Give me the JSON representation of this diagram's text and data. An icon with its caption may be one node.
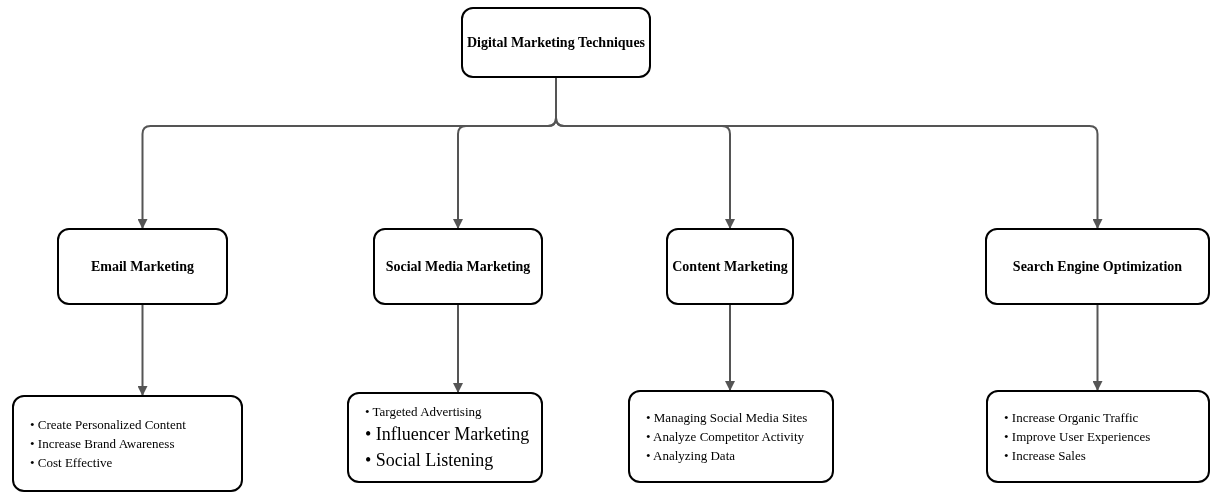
{
  "diagram": {
    "nodes": [
      {
        "text": [
          "Digital Marketing Techniques"
        ]
      },
      {
        "text": [
          "Email Marketing"
        ]
      },
      {
        "text": [
          "Social Media Marketing"
        ]
      },
      {
        "text": [
          "Content Marketing"
        ]
      },
      {
        "text": [
          "Search Engine Optimization"
        ]
      },
      {
        "text": [
          "• Create Personalized Content",
          "• Increase Brand Awareness",
          "• Cost Effective"
        ]
      },
      {
        "text": [
          "• Targeted Advertising",
          "• Influencer Marketing",
          "• Social Listening"
        ]
      },
      {
        "text": [
          "• Managing Social Media Sites",
          "• Analyze Competitor Activity",
          "• Analyzing Data"
        ]
      },
      {
        "text": [
          "• Increase Organic Traffic",
          "• Improve User Experiences",
          "• Increase Sales"
        ]
      }
    ],
    "edges": [
      {
        "from": 0,
        "to": 1,
        "arrow": "to"
      },
      {
        "from": 0,
        "to": 2,
        "arrow": "to"
      },
      {
        "from": 0,
        "to": 3,
        "arrow": "to"
      },
      {
        "from": 0,
        "to": 4,
        "arrow": "to"
      },
      {
        "from": 1,
        "to": 5,
        "arrow": "to"
      },
      {
        "from": 2,
        "to": 6,
        "arrow": "to"
      },
      {
        "from": 3,
        "to": 7,
        "arrow": "to"
      },
      {
        "from": 4,
        "to": 8,
        "arrow": "to"
      }
    ]
  }
}
